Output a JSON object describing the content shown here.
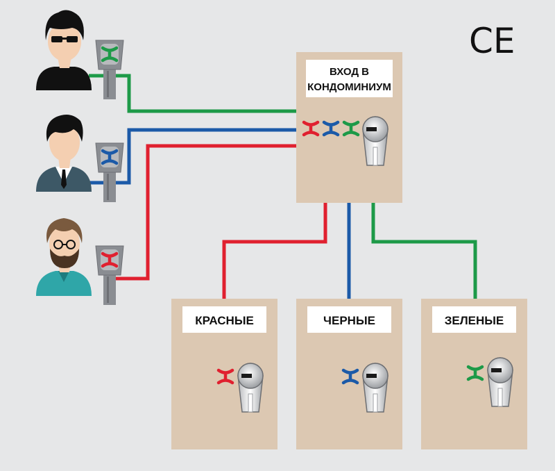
{
  "logo": "CE",
  "main_door": {
    "label_line1": "ВХОД В",
    "label_line2": "КОНДОМИНИУМ"
  },
  "doors": [
    {
      "label": "КРАСНЫЕ",
      "key_color": "red"
    },
    {
      "label": "ЧЕРНЫЕ",
      "key_color": "blue"
    },
    {
      "label": "ЗЕЛЕНЫЕ",
      "key_color": "green"
    }
  ],
  "persons": [
    {
      "type": "person-sunglasses",
      "key_color": "green"
    },
    {
      "type": "person-tie",
      "key_color": "blue"
    },
    {
      "type": "person-beard",
      "key_color": "red"
    }
  ],
  "colors": {
    "background": "#e6e7e8",
    "door": "#dcc8b2",
    "red": "#e0202f",
    "blue": "#1b5aa8",
    "green": "#1d9a48",
    "key_grey": "#8a8d92"
  }
}
